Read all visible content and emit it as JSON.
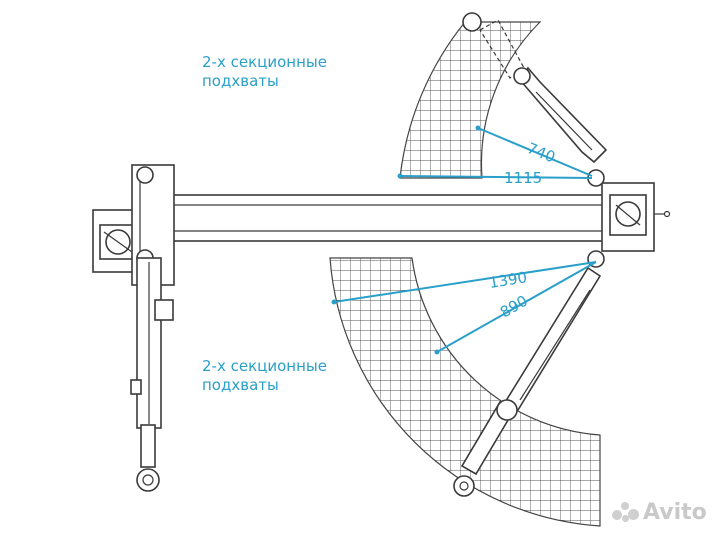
{
  "captions": {
    "top": {
      "line1": "2-х секционные",
      "line2": "подхваты"
    },
    "bottom": {
      "line1": "2-х секционные",
      "line2": "подхваты"
    }
  },
  "dimensions": {
    "d740": "740",
    "d1115": "1115",
    "d1390": "1390",
    "d890": "890"
  },
  "watermark": "Avito",
  "colors": {
    "accent": "#2a9fc9",
    "linework": "#3a3a3a"
  }
}
